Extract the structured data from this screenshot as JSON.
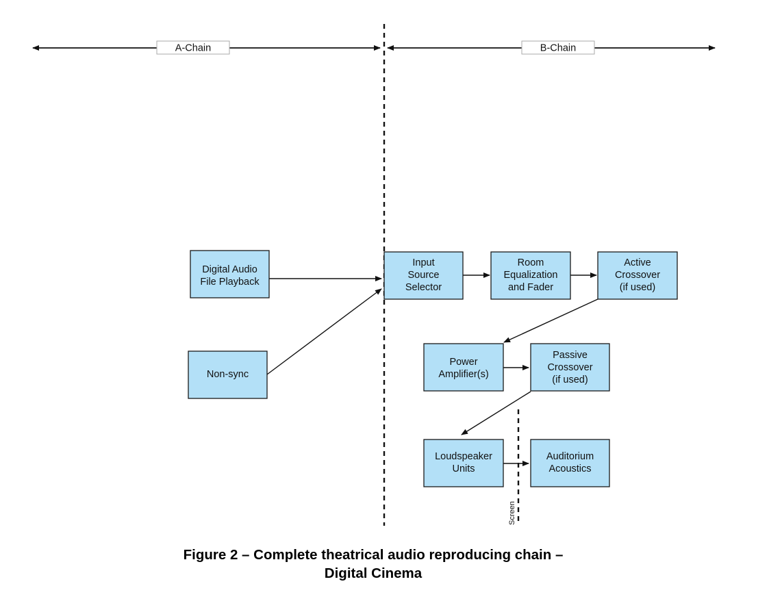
{
  "chains": {
    "a_chain": "A-Chain",
    "b_chain": "B-Chain"
  },
  "nodes": [
    {
      "id": "digital-audio",
      "lines": [
        "Digital Audio",
        "File Playback"
      ]
    },
    {
      "id": "non-sync",
      "lines": [
        "Non-sync"
      ]
    },
    {
      "id": "input-source",
      "lines": [
        "Input",
        "Source",
        "Selector"
      ]
    },
    {
      "id": "room-eq",
      "lines": [
        "Room",
        "Equalization",
        "and Fader"
      ]
    },
    {
      "id": "active-crossover",
      "lines": [
        "Active",
        "Crossover",
        "(if used)"
      ]
    },
    {
      "id": "power-amp",
      "lines": [
        "Power",
        "Amplifier(s)"
      ]
    },
    {
      "id": "passive-crossover",
      "lines": [
        "Passive",
        "Crossover",
        "(if used)"
      ]
    },
    {
      "id": "loudspeaker",
      "lines": [
        "Loudspeaker",
        "Units"
      ]
    },
    {
      "id": "auditorium",
      "lines": [
        "Auditorium",
        "Acoustics"
      ]
    }
  ],
  "edges": [
    {
      "from": "digital-audio",
      "to": "input-source"
    },
    {
      "from": "non-sync",
      "to": "input-source"
    },
    {
      "from": "input-source",
      "to": "room-eq"
    },
    {
      "from": "room-eq",
      "to": "active-crossover"
    },
    {
      "from": "active-crossover",
      "to": "power-amp"
    },
    {
      "from": "power-amp",
      "to": "passive-crossover"
    },
    {
      "from": "passive-crossover",
      "to": "loudspeaker"
    },
    {
      "from": "loudspeaker",
      "to": "auditorium"
    }
  ],
  "screen_label": "Screen",
  "caption": {
    "line1": "Figure 2 – Complete theatrical audio reproducing chain –",
    "line2": "Digital Cinema"
  }
}
